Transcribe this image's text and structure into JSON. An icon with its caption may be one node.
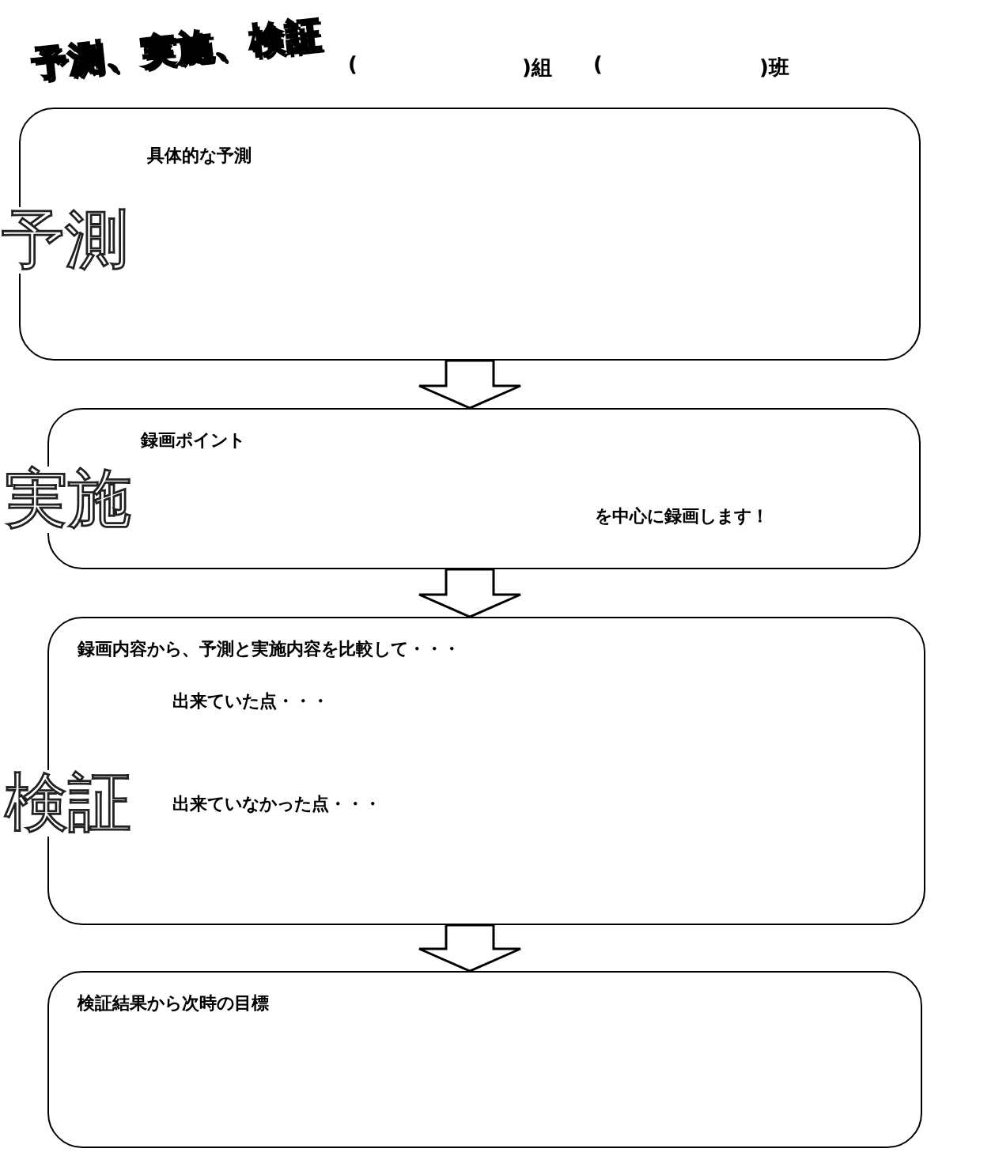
{
  "diagram": {
    "title": "予測、実施、検証",
    "nodes": [
      {
        "text": [
          "具体的な予測",
          "予測"
        ]
      },
      {
        "text": [
          "録画ポイント",
          "実施",
          "を中心に録画します！"
        ]
      },
      {
        "text": [
          "録画内容から、予測と実施内容を比較して・・・",
          "出来ていた点・・・",
          "検証",
          "出来ていなかった点・・・"
        ]
      },
      {
        "text": [
          "検証結果から次時の目標"
        ]
      }
    ],
    "edges": [
      {
        "from": 0,
        "to": 1,
        "arrow": "to"
      },
      {
        "from": 1,
        "to": 2,
        "arrow": "to"
      },
      {
        "from": 2,
        "to": 3,
        "arrow": "to"
      }
    ],
    "labels": [
      "(",
      ")組",
      "(",
      ")班"
    ]
  }
}
